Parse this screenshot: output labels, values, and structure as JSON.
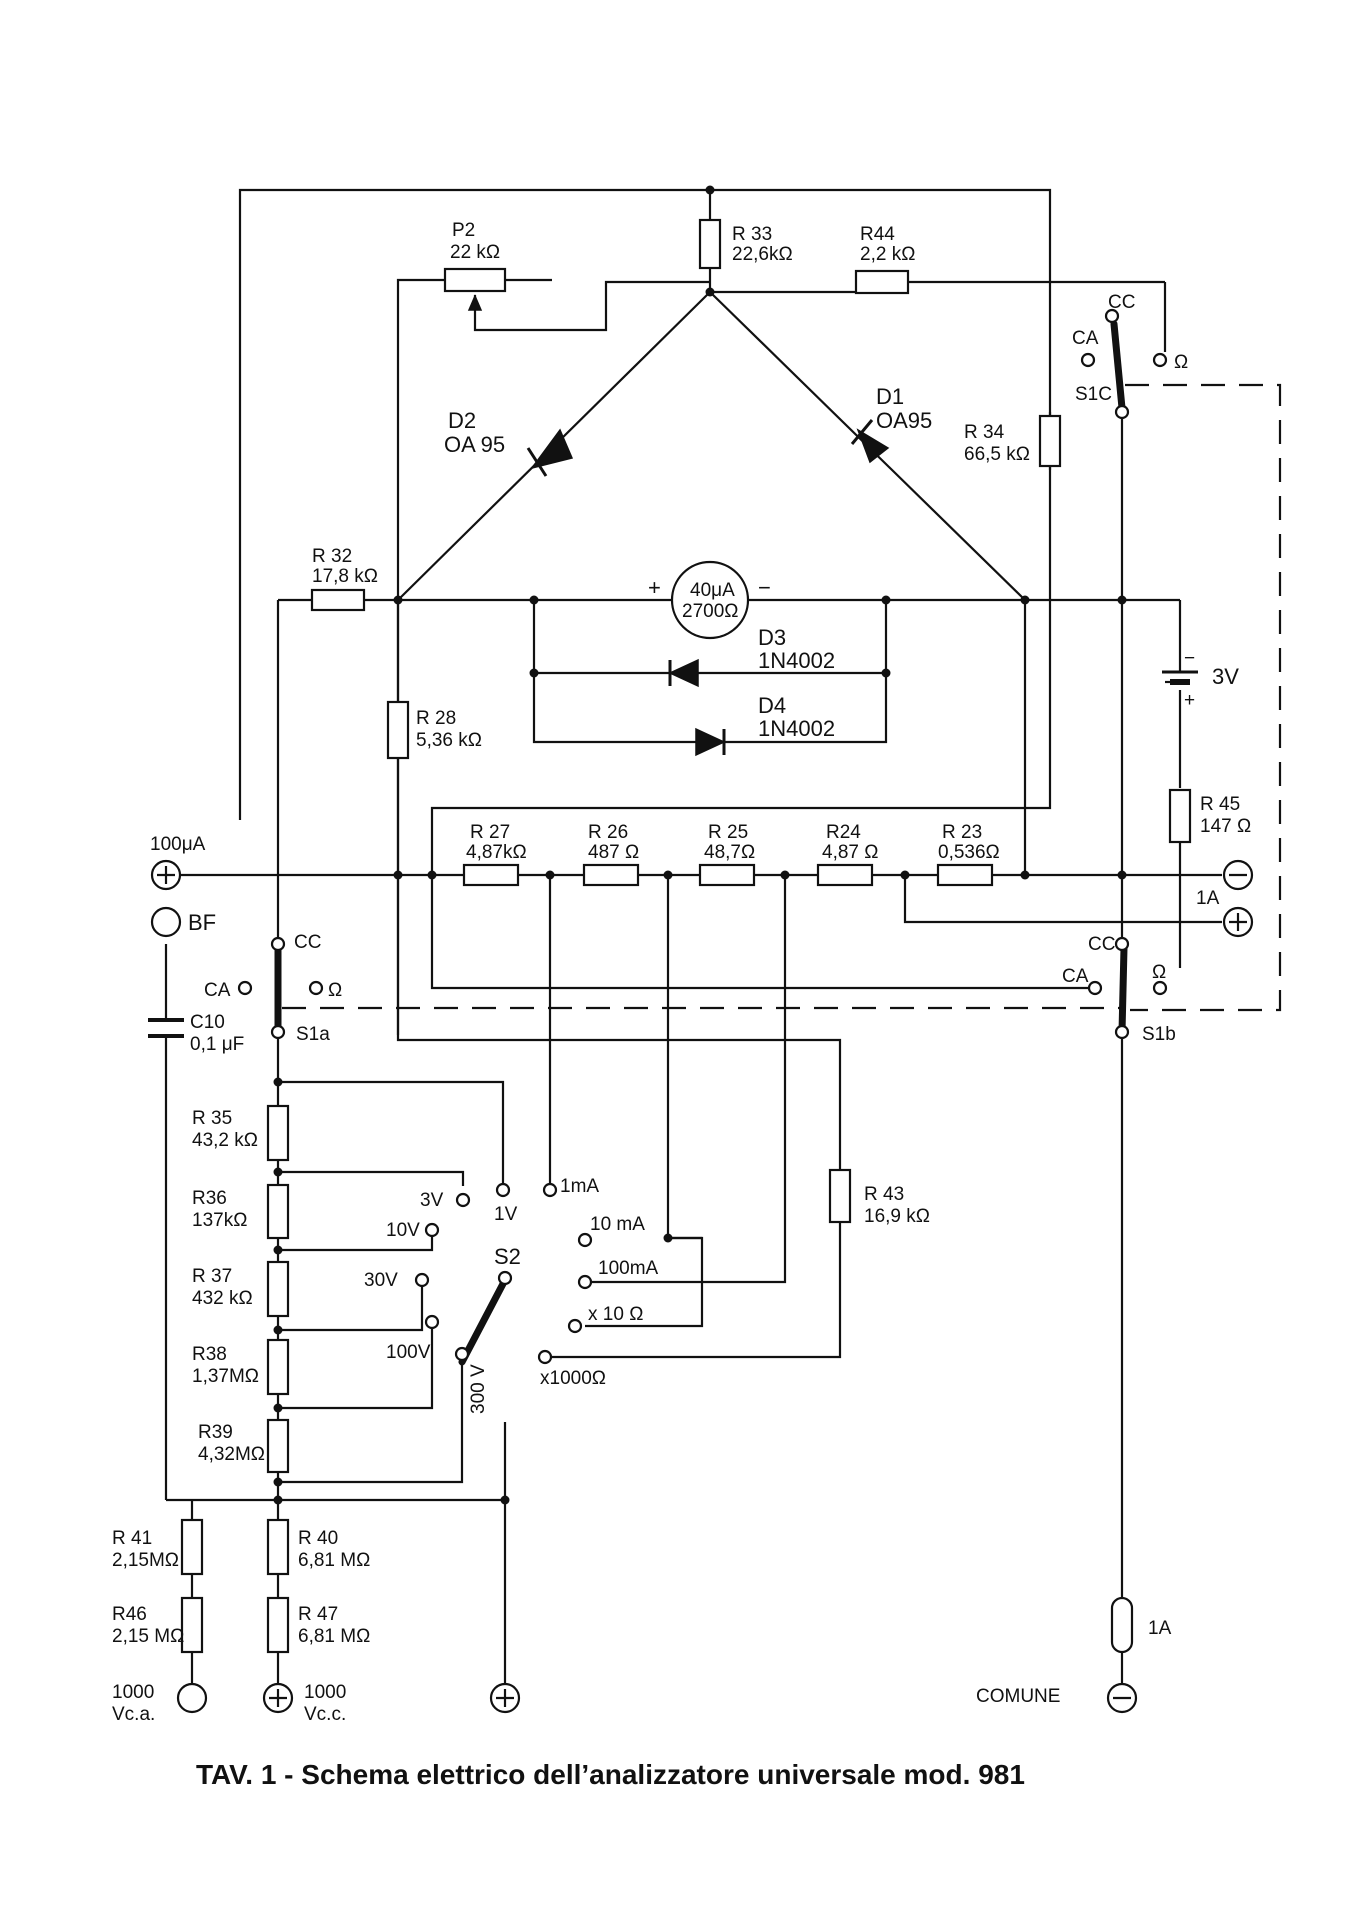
{
  "labels": {
    "p2_name": "P2",
    "p2_val": "22 kΩ",
    "r33_name": "R 33",
    "r33_val": "22,6kΩ",
    "r44_name": "R44",
    "r44_val": "2,2 kΩ",
    "s1c_cc": "CC",
    "s1c_ca": "CA",
    "s1c_ohm": "Ω",
    "s1c_name": "S1C",
    "d1_name": "D1",
    "d1_val": "OA95",
    "d2_name": "D2",
    "d2_val": "OA 95",
    "r34_name": "R 34",
    "r34_val": "66,5 kΩ",
    "r32_name": "R 32",
    "r32_val": "17,8 kΩ",
    "meter_plus": "+",
    "meter_val1": "40μA",
    "meter_val2": "2700Ω",
    "meter_minus": "−",
    "d3_name": "D3",
    "d3_val": "1N4002",
    "d4_name": "D4",
    "d4_val": "1N4002",
    "batt_minus": "−",
    "batt_val": "3V",
    "batt_plus": "+",
    "r28_name": "R 28",
    "r28_val": "5,36 kΩ",
    "r45_name": "R 45",
    "r45_val": "147 Ω",
    "r27_name": "R 27",
    "r27_val": "4,87kΩ",
    "r26_name": "R 26",
    "r26_val": "487 Ω",
    "r25_name": "R 25",
    "r25_val": "48,7Ω",
    "r24_name": "R24",
    "r24_val": "4,87 Ω",
    "r23_name": "R 23",
    "r23_val": "0,536Ω",
    "t_100ua": "100μA",
    "t_bf": "BF",
    "t_1a_right": "1A",
    "s1a_cc": "CC",
    "s1a_ca": "CA",
    "s1a_ohm": "Ω",
    "s1a_name": "S1a",
    "s1b_cc": "CC",
    "s1b_ca": "CA",
    "s1b_ohm": "Ω",
    "s1b_name": "S1b",
    "c10_name": "C10",
    "c10_val": "0,1 μF",
    "r35_name": "R 35",
    "r35_val": "43,2 kΩ",
    "r36_name": "R36",
    "r36_val": "137kΩ",
    "r37_name": "R 37",
    "r37_val": "432 kΩ",
    "r38_name": "R38",
    "r38_val": "1,37MΩ",
    "r39_name": "R39",
    "r39_val": "4,32MΩ",
    "r43_name": "R 43",
    "r43_val": "16,9 kΩ",
    "s2_3v": "3V",
    "s2_1v": "1V",
    "s2_1ma": "1mA",
    "s2_10v": "10V",
    "s2_10ma": "10 mA",
    "s2_30v": "30V",
    "s2_name": "S2",
    "s2_100ma": "100mA",
    "s2_100v": "100V",
    "s2_x10": "x 10 Ω",
    "s2_300v": "300 V",
    "s2_x1000": "x1000Ω",
    "r41_name": "R 41",
    "r41_val": "2,15MΩ",
    "r40_name": "R 40",
    "r40_val": "6,81 MΩ",
    "r46_name": "R46",
    "r46_val": "2,15 MΩ",
    "r47_name": "R 47",
    "r47_val": "6,81 MΩ",
    "fuse_val": "1A",
    "t_1000_1": "1000",
    "t_vca": "Vc.a.",
    "t_1000_2": "1000",
    "t_vcc": "Vc.c.",
    "t_comune": "COMUNE",
    "caption": "TAV. 1 - Schema elettrico dell’analizzatore universale mod. 981"
  }
}
